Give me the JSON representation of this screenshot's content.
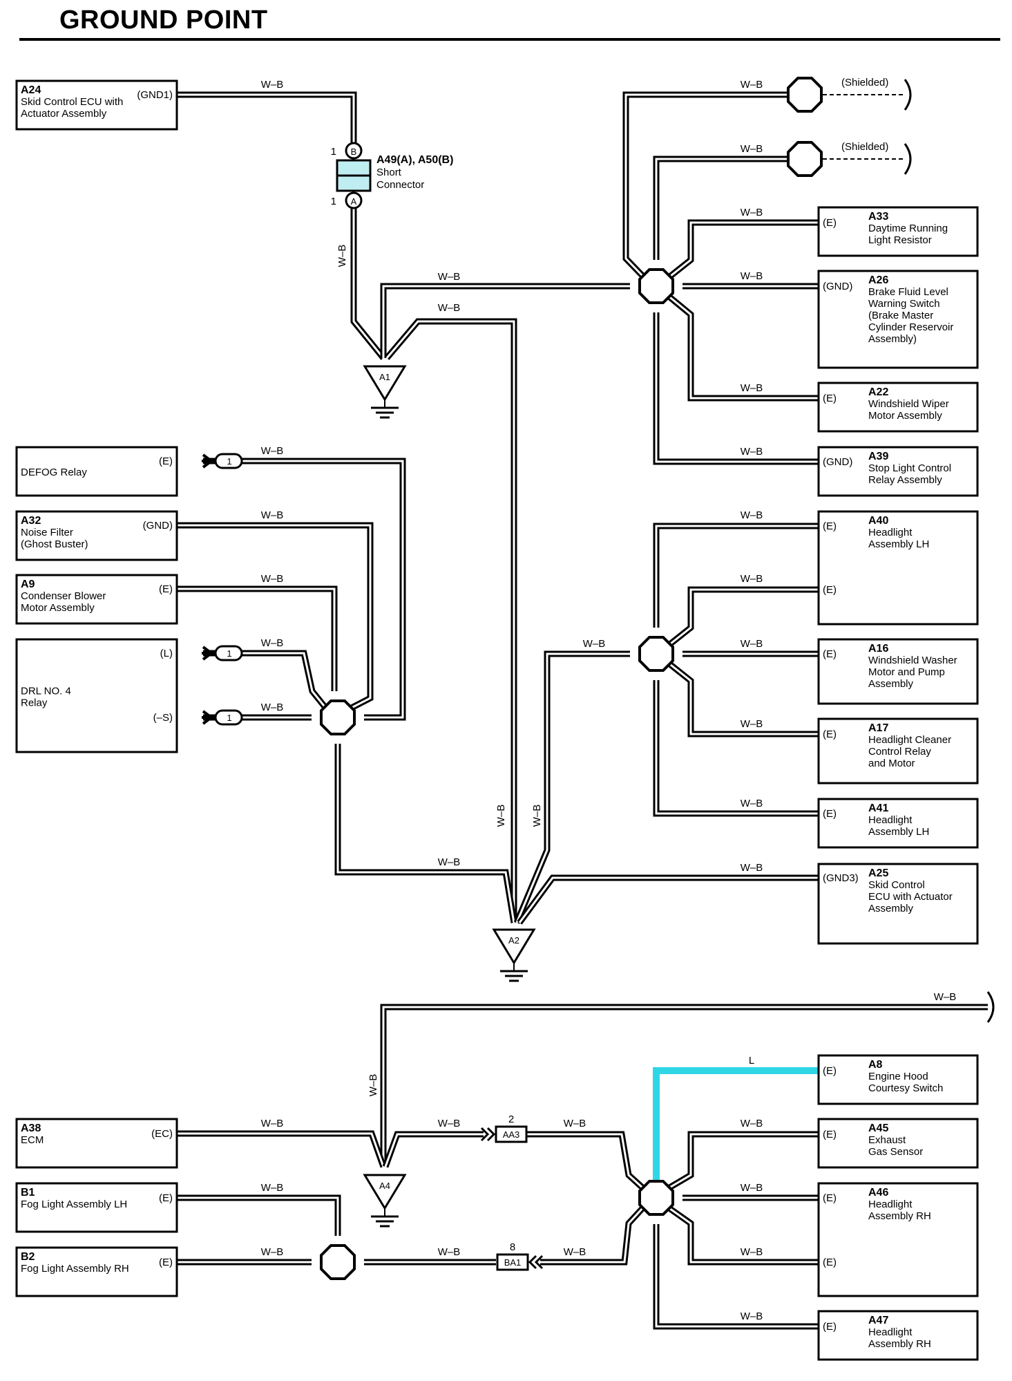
{
  "title": "GROUND POINT",
  "wire_color": "#000000",
  "accent_wire_color": "#2fd6e6",
  "short_connector_fill": "#bfeef2",
  "wire_labels": {
    "wb": "W–B",
    "l": "L"
  },
  "shielded": "(Shielded)",
  "short_connector": {
    "id": "A49(A), A50(B)",
    "name1": "Short",
    "name2": "Connector",
    "pin_b": "B",
    "pin_a": "A",
    "pin_num": "1"
  },
  "grounds": [
    "A1",
    "A2",
    "A4"
  ],
  "junctions": [
    {
      "label": "1"
    },
    {
      "label": "2",
      "code": "AA3"
    },
    {
      "label": "8",
      "code": "BA1"
    }
  ],
  "left_components": [
    {
      "id": "A24",
      "lines": [
        "Skid Control ECU with",
        "Actuator Assembly"
      ],
      "pins": [
        "(GND1)"
      ]
    },
    {
      "id": "",
      "lines": [
        "DEFOG Relay"
      ],
      "pins": [
        "(E)"
      ]
    },
    {
      "id": "A32",
      "lines": [
        "Noise Filter",
        "(Ghost Buster)"
      ],
      "pins": [
        "(GND)"
      ]
    },
    {
      "id": "A9",
      "lines": [
        "Condenser Blower",
        "Motor Assembly"
      ],
      "pins": [
        "(E)"
      ]
    },
    {
      "id": "",
      "lines": [
        "DRL NO. 4",
        "Relay"
      ],
      "pins": [
        "(L)",
        "(–S)"
      ]
    },
    {
      "id": "A38",
      "lines": [
        "ECM"
      ],
      "pins": [
        "(EC)"
      ]
    },
    {
      "id": "B1",
      "lines": [
        "Fog Light Assembly LH"
      ],
      "pins": [
        "(E)"
      ]
    },
    {
      "id": "B2",
      "lines": [
        "Fog Light Assembly RH"
      ],
      "pins": [
        "(E)"
      ]
    }
  ],
  "right_components": [
    {
      "id": "A33",
      "lines": [
        "Daytime Running",
        "Light Resistor"
      ],
      "pins": [
        "(E)"
      ]
    },
    {
      "id": "A26",
      "lines": [
        "Brake Fluid Level",
        "Warning Switch",
        "(Brake Master",
        " Cylinder Reservoir",
        " Assembly)"
      ],
      "pins": [
        "(GND)"
      ]
    },
    {
      "id": "A22",
      "lines": [
        "Windshield Wiper",
        "Motor Assembly"
      ],
      "pins": [
        "(E)"
      ]
    },
    {
      "id": "A39",
      "lines": [
        "Stop Light Control",
        "Relay Assembly"
      ],
      "pins": [
        "(GND)"
      ]
    },
    {
      "id": "A40",
      "lines": [
        "Headlight",
        "Assembly LH"
      ],
      "pins": [
        "(E)",
        "(E)"
      ]
    },
    {
      "id": "A16",
      "lines": [
        "Windshield Washer",
        "Motor and Pump",
        "Assembly"
      ],
      "pins": [
        "(E)"
      ]
    },
    {
      "id": "A17",
      "lines": [
        "Headlight Cleaner",
        "Control Relay",
        "and Motor"
      ],
      "pins": [
        "(E)"
      ]
    },
    {
      "id": "A41",
      "lines": [
        "Headlight",
        "Assembly LH"
      ],
      "pins": [
        "(E)"
      ]
    },
    {
      "id": "A25",
      "lines": [
        "Skid Control",
        "ECU with Actuator",
        "Assembly"
      ],
      "pins": [
        "(GND3)"
      ]
    },
    {
      "id": "A8",
      "lines": [
        "Engine Hood",
        "Courtesy Switch"
      ],
      "pins": [
        "(E)"
      ]
    },
    {
      "id": "A45",
      "lines": [
        "Exhaust",
        "Gas Sensor"
      ],
      "pins": [
        "(E)"
      ]
    },
    {
      "id": "A46",
      "lines": [
        "Headlight",
        "Assembly RH"
      ],
      "pins": [
        "(E)",
        "(E)"
      ]
    },
    {
      "id": "A47",
      "lines": [
        "Headlight",
        "Assembly RH"
      ],
      "pins": [
        "(E)"
      ]
    }
  ]
}
